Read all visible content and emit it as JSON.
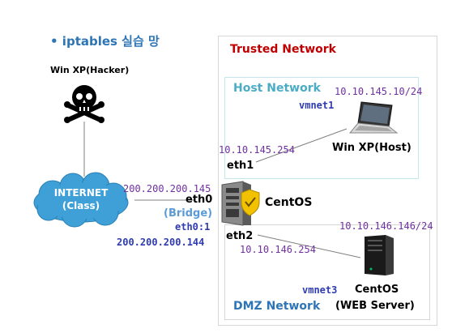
{
  "title": "•  iptables 실습 망",
  "hacker": {
    "label": "Win XP(Hacker)",
    "icon": "skull-crossbones-icon"
  },
  "internet": {
    "line1": "INTERNET",
    "line2": "(Class)",
    "icon": "cloud-icon",
    "color": "#3FA0D8"
  },
  "trusted": {
    "label": "Trusted Network",
    "color": "#C00000"
  },
  "host_network": {
    "label": "Host Network",
    "vmnet": "vmnet1",
    "host_ip": "10.10.145.10/24",
    "host_label": "Win XP(Host)",
    "gateway_ip": "10.10.145.254",
    "interface": "eth1"
  },
  "centos": {
    "label": "CentOS",
    "icon": "server-firewall-icon",
    "eth0": "eth0",
    "eth0_ip": "200.200.200.145",
    "bridge": "(Bridge)",
    "eth0_alias": "eth0:1",
    "eth0_alias_ip": "200.200.200.144"
  },
  "dmz_network": {
    "label": "DMZ Network",
    "interface": "eth2",
    "gateway_ip": "10.10.146.254",
    "server_ip": "10.10.146.146/24",
    "vmnet": "vmnet3",
    "server_label_1": "CentOS",
    "server_label_2": "(WEB Server)"
  },
  "colors": {
    "ip_purple": "#7030A0",
    "ip_blue": "#2F3BB0",
    "title_blue": "#2E75B6"
  }
}
